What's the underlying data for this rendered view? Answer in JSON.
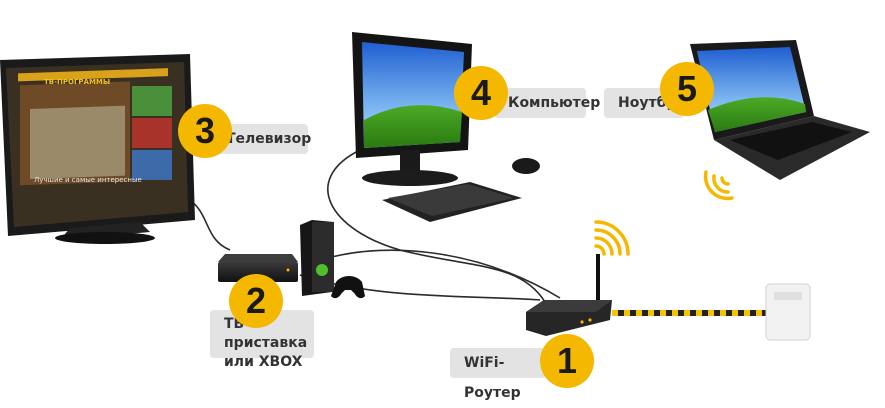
{
  "tv": {
    "header": "ТВ-ПРОГРАММЫ",
    "caption": "Лучшие и самые интересные",
    "label": "Телевизор",
    "number": "3"
  },
  "router": {
    "label": "WiFi-Роутер",
    "number": "1"
  },
  "stb": {
    "label": "ТВ-приставка\nили XBOX",
    "number": "2"
  },
  "computer": {
    "label": "Компьютер",
    "number": "4"
  },
  "laptop": {
    "label": "Ноутбук",
    "number": "5"
  },
  "colors": {
    "accent": "#f5b800",
    "label_bg": "#e3e3e3",
    "cable": "#2b2b2b"
  }
}
